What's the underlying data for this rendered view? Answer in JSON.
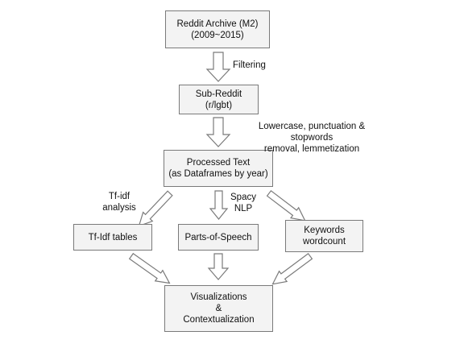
{
  "nodes": {
    "archive": {
      "line1": "Reddit Archive (M2)",
      "line2": "(2009~2015)"
    },
    "subreddit": {
      "line1": "Sub-Reddit",
      "line2": "(r/lgbt)"
    },
    "processed": {
      "line1": "Processed Text",
      "line2": "(as Dataframes by year)"
    },
    "tfidf_tables": {
      "line1": "Tf-Idf tables"
    },
    "pos": {
      "line1": "Parts-of-Speech"
    },
    "keywords": {
      "line1": "Keywords",
      "line2": "wordcount"
    },
    "viz": {
      "line1": "Visualizations",
      "line2": "&",
      "line3": "Contextualization"
    }
  },
  "edge_labels": {
    "filtering": "Filtering",
    "cleaning_line1": "Lowercase, punctuation & stopwords",
    "cleaning_line2": "removal, lemmetization",
    "tfidf_line1": "Tf-idf",
    "tfidf_line2": "analysis",
    "spacy_line1": "Spacy",
    "spacy_line2": "NLP"
  },
  "colors": {
    "box_fill": "#f3f3f3",
    "box_border": "#7a7a7a",
    "arrow_fill": "#ffffff",
    "arrow_stroke": "#7a7a7a"
  }
}
